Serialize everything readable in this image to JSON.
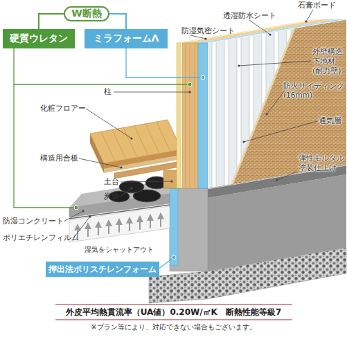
{
  "diagram": {
    "caption": "外皮平均熱貫流率（UA値）0.20W/㎡K　断熱性能等級7",
    "nodes": [
      {
        "text": [
          "W断熱"
        ]
      },
      {
        "text": [
          "硬質ウレタン"
        ]
      },
      {
        "text": [
          "ミラフォームΛ"
        ]
      },
      {
        "text": [
          "押出法ポリスチレンフォーム"
        ]
      }
    ],
    "edges": [
      {
        "from": 0,
        "to": 1,
        "arrow": "none"
      },
      {
        "from": 0,
        "to": 2,
        "arrow": "none"
      }
    ],
    "labels": [
      "石膏ボード",
      "透湿防水シート",
      "防湿気密シート",
      "外壁構造 下地材 (耐力壁)",
      "防火サイディング (16mm)",
      "通気層",
      "柱",
      "化粧フロアー",
      "構造用合板",
      "土台",
      "炭袋",
      "弾性モルタル 塗装仕上げ",
      "防湿コンクリート",
      "ポリエチレンフィルム",
      "湿気をシャットアウト",
      "※プラン等により、対応できない場合もございます。"
    ]
  }
}
